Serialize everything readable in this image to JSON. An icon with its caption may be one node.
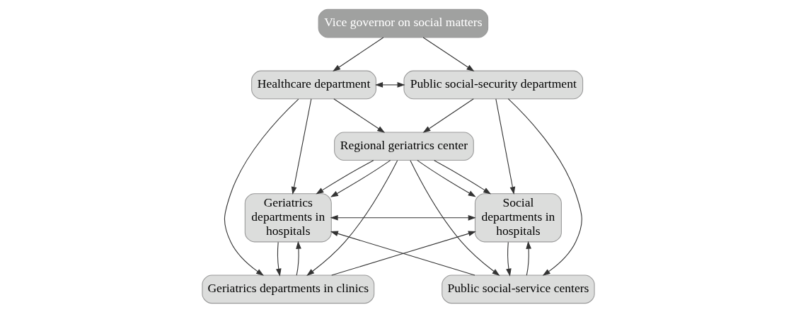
{
  "diagram": {
    "nodes": [
      {
        "text": [
          "Vice governor on social matters"
        ]
      },
      {
        "text": [
          "Healthcare department"
        ]
      },
      {
        "text": [
          "Public social-security department"
        ]
      },
      {
        "text": [
          "Regional geriatrics center"
        ]
      },
      {
        "text": [
          "Geriatrics departments in hospitals"
        ]
      },
      {
        "text": [
          "Social departments in hospitals"
        ]
      },
      {
        "text": [
          "Geriatrics departments in clinics"
        ]
      },
      {
        "text": [
          "Public social-service centers"
        ]
      }
    ],
    "edges": [
      {
        "from": 0,
        "to": 1,
        "arrow": "to"
      },
      {
        "from": 0,
        "to": 2,
        "arrow": "to"
      },
      {
        "from": 1,
        "to": 2,
        "arrow": "both"
      },
      {
        "from": 1,
        "to": 4,
        "arrow": "to"
      },
      {
        "from": 1,
        "to": 6,
        "arrow": "to"
      },
      {
        "from": 1,
        "to": 3,
        "arrow": "to"
      },
      {
        "from": 2,
        "to": 3,
        "arrow": "to"
      },
      {
        "from": 2,
        "to": 7,
        "arrow": "to"
      },
      {
        "from": 2,
        "to": 5,
        "arrow": "to"
      },
      {
        "from": 3,
        "to": 4,
        "arrow": "to"
      },
      {
        "from": 3,
        "to": 6,
        "arrow": "to"
      },
      {
        "from": 3,
        "to": 7,
        "arrow": "to"
      },
      {
        "from": 3,
        "to": 5,
        "arrow": "to"
      },
      {
        "from": 3,
        "to": 4,
        "arrow": "to"
      },
      {
        "from": 3,
        "to": 5,
        "arrow": "to"
      },
      {
        "from": 4,
        "to": 5,
        "arrow": "both"
      },
      {
        "from": 7,
        "to": 4,
        "arrow": "to"
      },
      {
        "from": 6,
        "to": 5,
        "arrow": "to"
      },
      {
        "from": 4,
        "to": 6,
        "arrow": "to"
      },
      {
        "from": 6,
        "to": 4,
        "arrow": "to"
      },
      {
        "from": 7,
        "to": 5,
        "arrow": "to"
      },
      {
        "from": 5,
        "to": 7,
        "arrow": "to"
      }
    ]
  }
}
